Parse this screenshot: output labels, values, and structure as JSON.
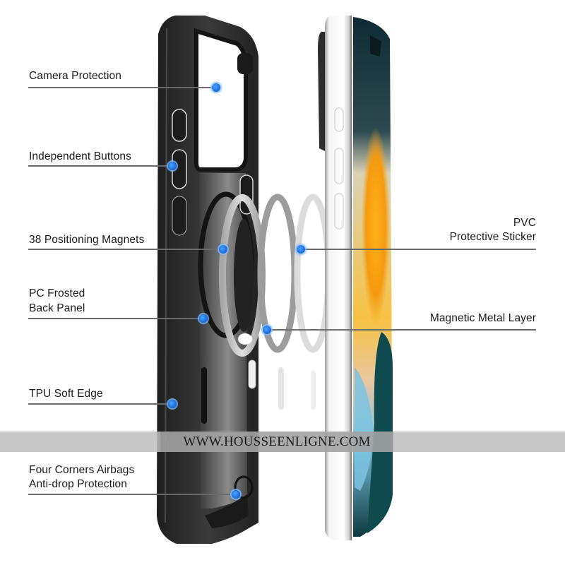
{
  "labels": {
    "camera_protection": "Camera Protection",
    "independent_buttons": "Independent Buttons",
    "positioning_magnets": "38 Positioning Magnets",
    "pc_frosted_line1": "PC Frosted",
    "pc_frosted_line2": "Back Panel",
    "tpu_soft_edge": "TPU Soft Edge",
    "four_corners_line1": "Four Corners Airbags",
    "four_corners_line2": "Anti-drop Protection",
    "pvc_line1": "PVC",
    "pvc_line2": "Protective Sticker",
    "magnetic_metal_layer": "Magnetic Metal Layer"
  },
  "watermark": {
    "text": "WWW.HOUSSEENLIGNE.COM"
  },
  "colors": {
    "case_black": "#2b2b2b",
    "callout_dot": "#1b6fe0",
    "callout_line": "#6a6a6a",
    "screen_orange": "#f5a21a",
    "screen_teal": "#0f4a4f",
    "screen_blue": "#7cc3e0"
  }
}
